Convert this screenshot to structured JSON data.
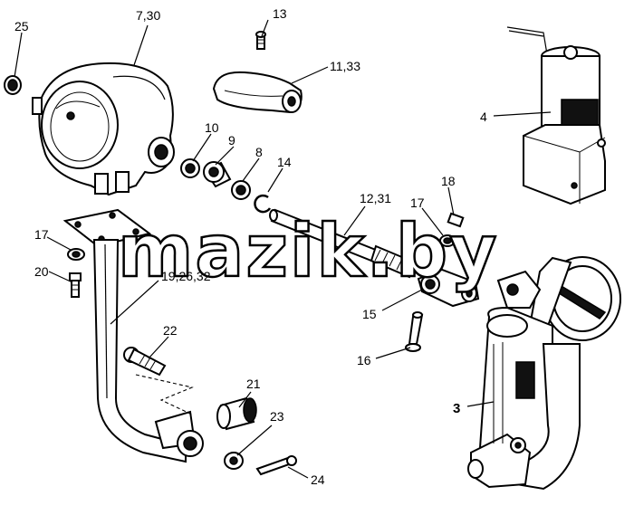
{
  "watermark": "mazik.by",
  "labels": {
    "l25": "25",
    "l730": "7,30",
    "l13": "13",
    "l1133": "11,33",
    "l4": "4",
    "l10": "10",
    "l9": "9",
    "l8": "8",
    "l14": "14",
    "l1231": "12,31",
    "l18": "18",
    "l17a": "17",
    "l17b": "17",
    "l20": "20",
    "l192632": "19,26,32",
    "l15": "15",
    "l22": "22",
    "l16": "16",
    "l3": "3",
    "l21": "21",
    "l23": "23",
    "l24": "24"
  },
  "colors": {
    "ink": "#000000",
    "paper": "#ffffff"
  }
}
